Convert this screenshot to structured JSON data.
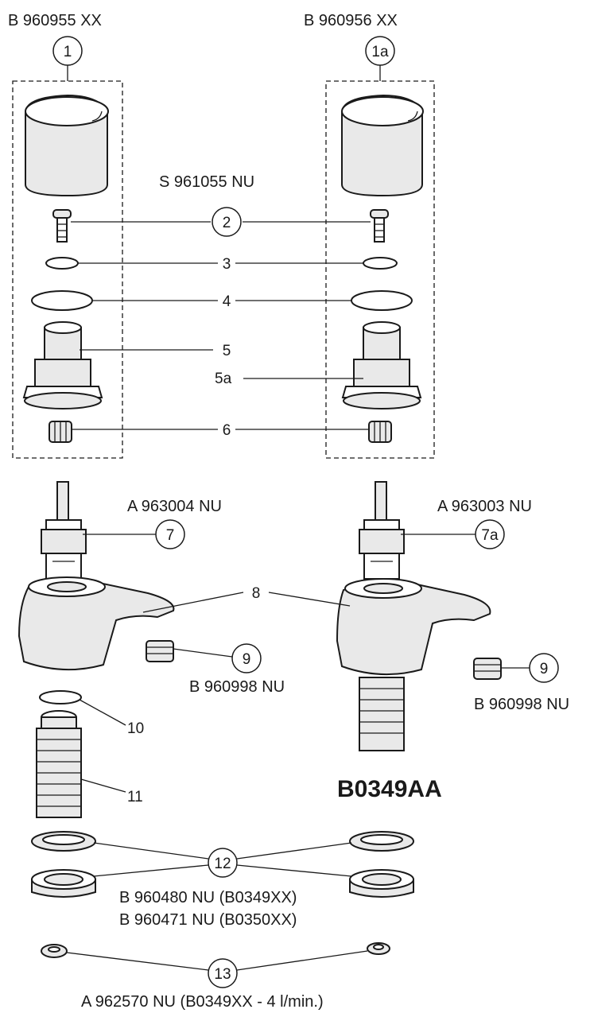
{
  "codes": {
    "handle_hot": "B 960955 XX",
    "handle_cold": "B 960956 XX",
    "screw": "S 961055 NU",
    "cartridge_hot": "A 963004 NU",
    "cartridge_cold": "A 963003 NU",
    "aerator_left": "B 960998 NU",
    "aerator_right": "B 960998 NU",
    "backnut_1": "B 960480 NU (B0349XX)",
    "backnut_2": "B 960471 NU (B0350XX)",
    "flow_regulator": "A 962570 NU (B0349XX - 4 l/min.)"
  },
  "product_code": "B0349AA",
  "callouts": {
    "c1": "1",
    "c1a": "1a",
    "c2": "2",
    "c3": "3",
    "c4": "4",
    "c5": "5",
    "c5a": "5a",
    "c6": "6",
    "c7": "7",
    "c7a": "7a",
    "c8": "8",
    "c9l": "9",
    "c9r": "9",
    "c10": "10",
    "c11": "11",
    "c12": "12",
    "c13": "13"
  }
}
